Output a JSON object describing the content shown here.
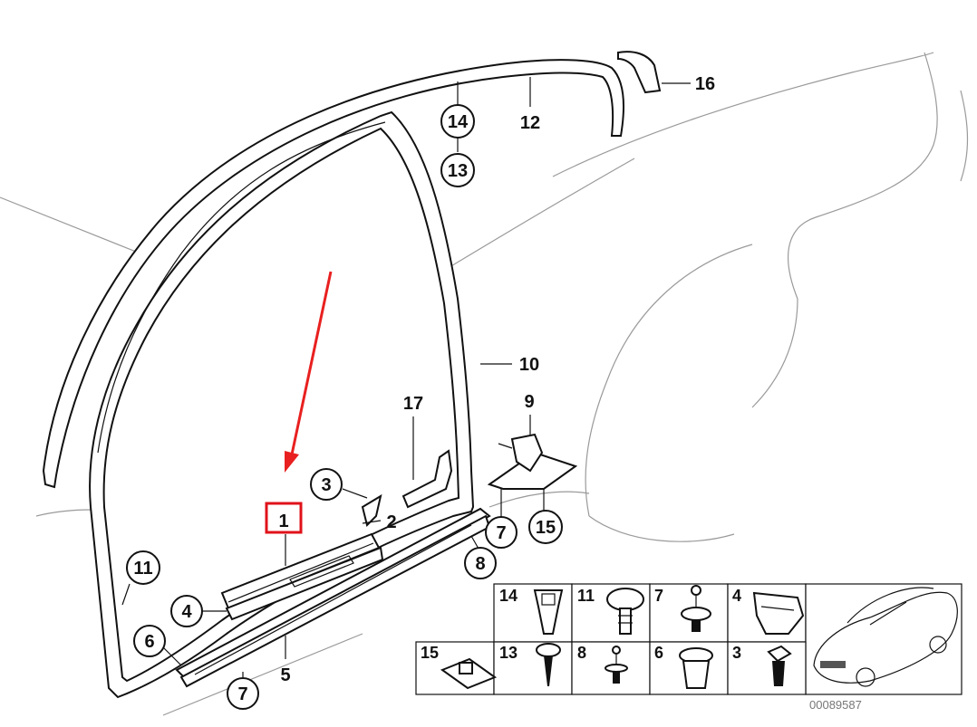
{
  "diagram": {
    "labels": {
      "l1": "1",
      "l2": "2",
      "l3": "3",
      "l4": "4",
      "l5": "5",
      "l6": "6",
      "l7a": "7",
      "l7b": "7",
      "l8": "8",
      "l9": "9",
      "l10": "10",
      "l11": "11",
      "l12": "12",
      "l13": "13",
      "l14": "14",
      "l15": "15",
      "l16": "16",
      "l17": "17"
    },
    "legend": {
      "row1": [
        "14",
        "11",
        "7",
        "4"
      ],
      "row2": [
        "15",
        "13",
        "8",
        "6",
        "3"
      ]
    },
    "drawing_code": "00089587",
    "highlight_color": "#e0121a",
    "arrow_color": "#e8201f"
  }
}
